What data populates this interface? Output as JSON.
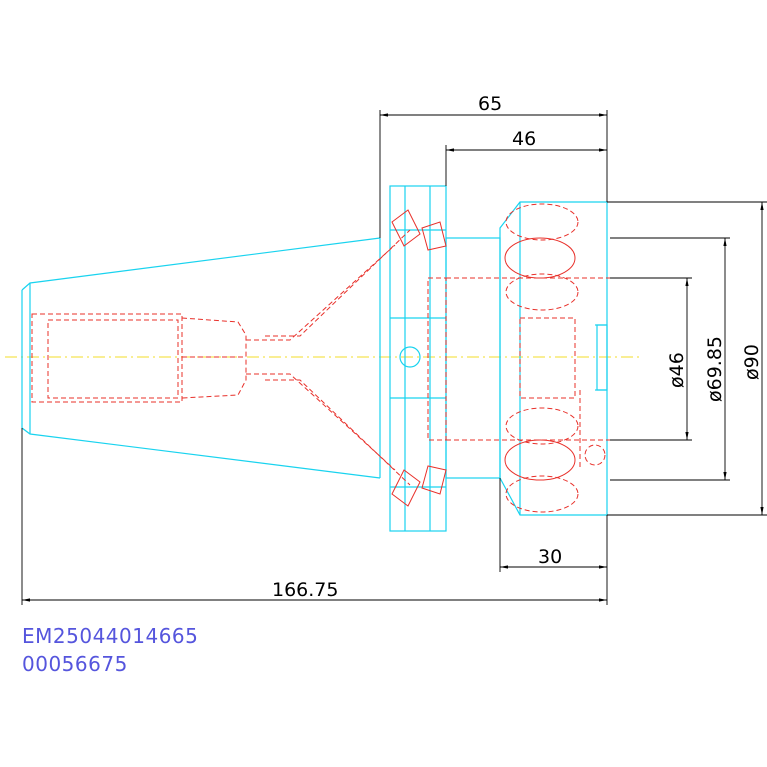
{
  "dimensions": {
    "length_65": "65",
    "length_46": "46",
    "length_30": "30",
    "total_length": "166.75",
    "diameter_46": "ø46",
    "diameter_69_85": "ø69.85",
    "diameter_90": "ø90"
  },
  "part_numbers": {
    "code": "EM25044014665",
    "serial": "00056675"
  },
  "colors": {
    "outline": "#19d3ef",
    "hidden_lines": "#e8302a",
    "dimension": "#000000",
    "centerline": "#f3dc2a",
    "part_id_text": "#5555dd"
  }
}
